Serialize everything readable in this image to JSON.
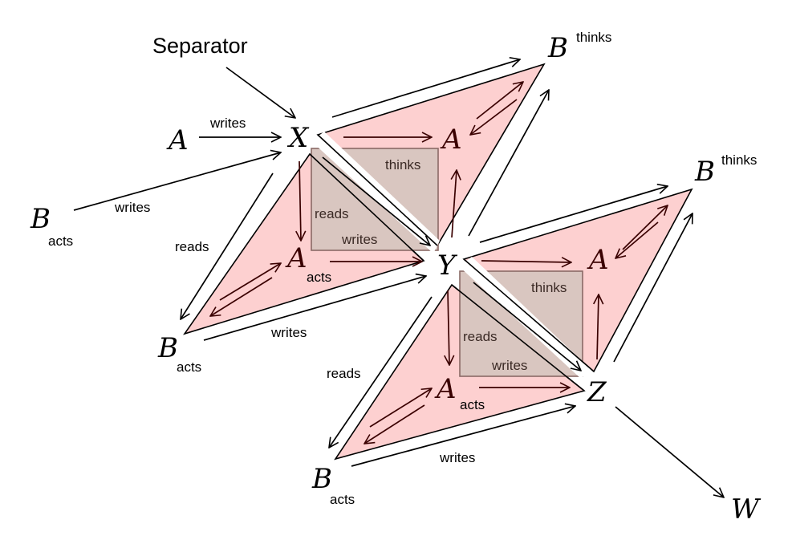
{
  "title": "Separator",
  "colors": {
    "triangle_fill": "#fdd0d0",
    "box_fill": "#d9c6c0",
    "box_stroke": "#8a6a66",
    "inner_arrow": "#3a0000",
    "outer_arrow": "#000000"
  },
  "nodes": {
    "A_left": "A",
    "X": "X",
    "Y": "Y",
    "Z": "Z",
    "W": "W",
    "B_acts_far": "B",
    "B_acts_1": "B",
    "B_acts_2": "B",
    "B_thinks_1": "B",
    "B_thinks_2": "B",
    "A_top": "A",
    "A_mid": "A",
    "A_right": "A",
    "A_bottom": "A"
  },
  "labels": {
    "writes": "writes",
    "reads": "reads",
    "thinks": "thinks",
    "acts": "acts"
  },
  "blocks": [
    {
      "id": "upper",
      "from": "X",
      "to": "Y",
      "inner_labels": [
        "thinks",
        "reads",
        "writes"
      ],
      "outer_labels": [
        "reads",
        "writes"
      ]
    },
    {
      "id": "lower",
      "from": "Y",
      "to": "Z",
      "inner_labels": [
        "thinks",
        "reads",
        "writes"
      ],
      "outer_labels": [
        "reads",
        "writes"
      ]
    }
  ]
}
